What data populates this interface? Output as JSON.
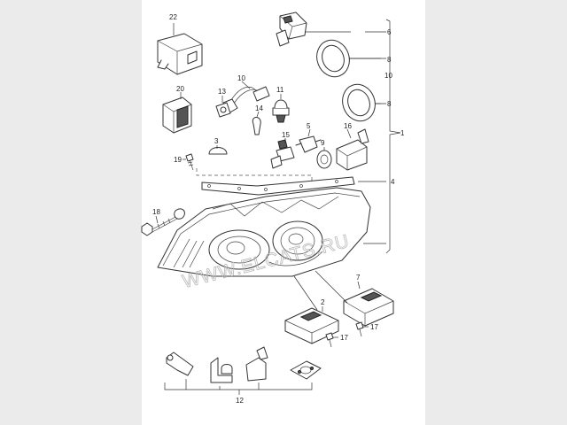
{
  "watermark": "WWW.ELCATS.RU",
  "callouts": {
    "c1": "1",
    "c2": "2",
    "c3": "3",
    "c4": "4",
    "c5": "5",
    "c6": "6",
    "c7": "7",
    "c8a": "8",
    "c8b": "8",
    "c9": "9",
    "c10a": "10",
    "c10b": "10",
    "c11": "11",
    "c12": "12",
    "c13": "13",
    "c14": "14",
    "c15": "15",
    "c16": "16",
    "c17a": "17",
    "c17b": "17",
    "c18": "18",
    "c19": "19",
    "c20": "20",
    "c22": "22"
  }
}
